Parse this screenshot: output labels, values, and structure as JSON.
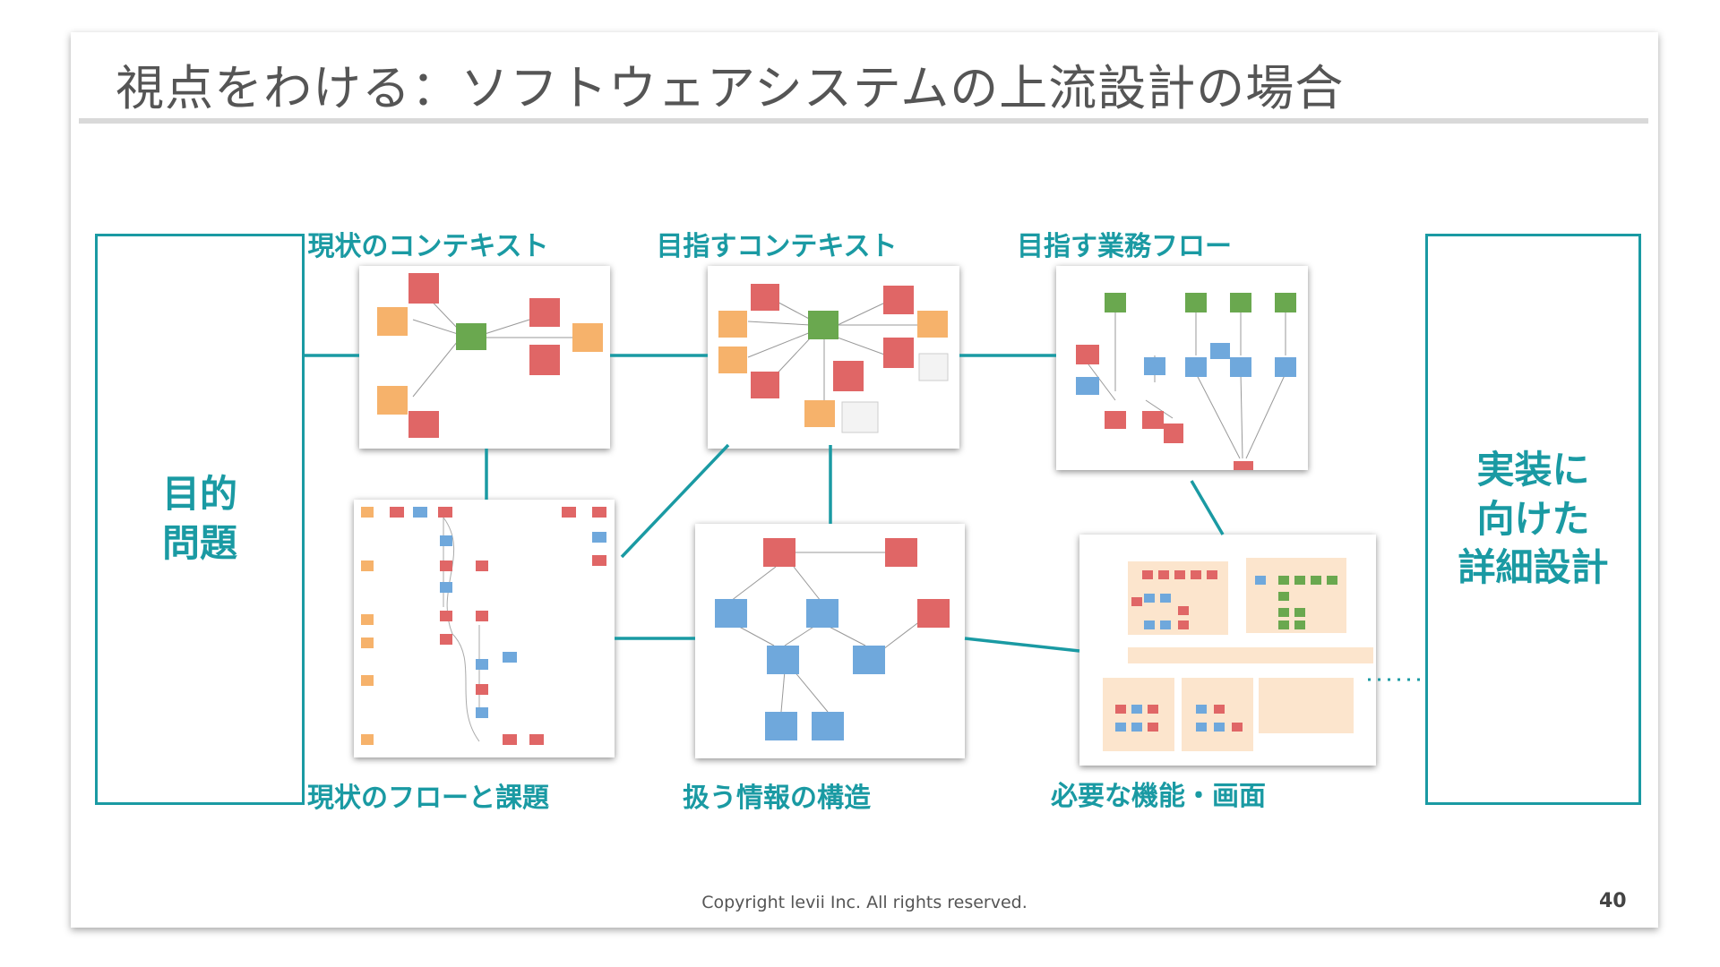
{
  "slide": {
    "title": "視点をわける：ソフトウェアシステムの上流設計の場合",
    "left_box": "目的\n問題",
    "right_box": "実装に\n向けた\n詳細設計",
    "panels": [
      {
        "id": "current-context",
        "label": "現状のコンテキスト"
      },
      {
        "id": "target-context",
        "label": "目指すコンテキスト"
      },
      {
        "id": "target-flow",
        "label": "目指す業務フロー"
      },
      {
        "id": "current-flow",
        "label": "現状のフローと課題"
      },
      {
        "id": "info-structure",
        "label": "扱う情報の構造"
      },
      {
        "id": "features-screens",
        "label": "必要な機能・画面"
      }
    ],
    "footer": "Copyright levii Inc. All rights reserved.",
    "page_number": "40"
  },
  "colors": {
    "accent": "#1a9aa3",
    "note_red": "#e06666",
    "note_orange": "#f6b26b",
    "note_green": "#6aa84f",
    "note_blue": "#6fa8dc",
    "note_beige": "#fce5cd"
  }
}
